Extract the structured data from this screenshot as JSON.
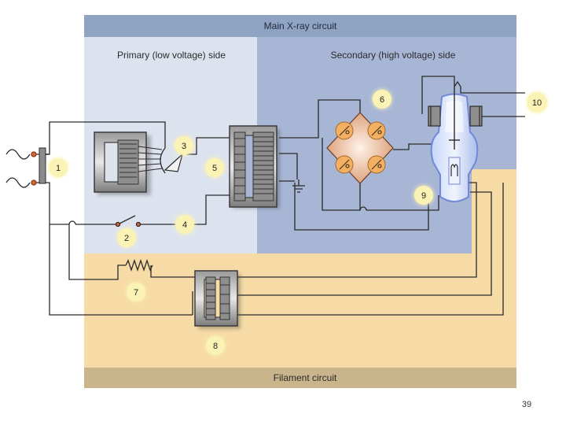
{
  "diagram": {
    "title": "Main X-ray circuit",
    "primary_label": "Primary (low voltage) side",
    "secondary_label": "Secondary (high voltage) side",
    "filament_label": "Filament circuit",
    "callouts": [
      "1",
      "2",
      "3",
      "4",
      "5",
      "6",
      "7",
      "8",
      "9",
      "10"
    ]
  },
  "colors": {
    "title_band": "#8fa3c2",
    "primary_bg": "#dde3ee",
    "secondary_bg": "#a8b6d6",
    "filament_bg": "#f6dba6",
    "filament_band": "#c9b48c",
    "wire": "#2a2a2a",
    "callout_fill": "#fbf3b6"
  },
  "page_number": "39"
}
